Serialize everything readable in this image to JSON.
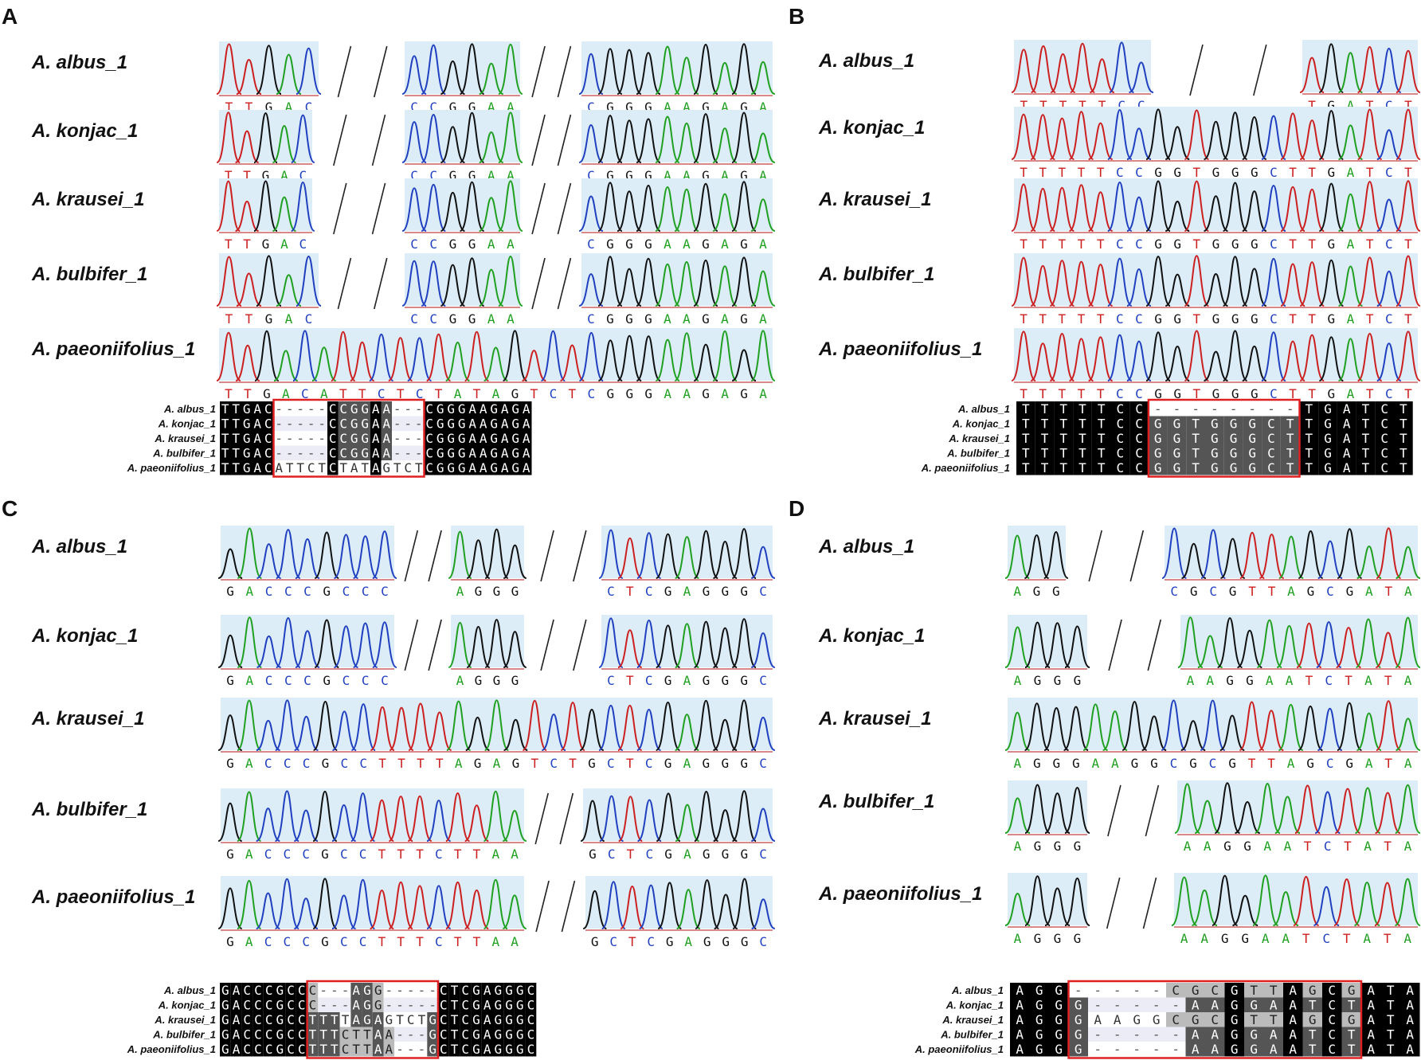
{
  "colors": {
    "A": "#20a020",
    "C": "#2040c0",
    "G": "#111111",
    "T": "#cc2020",
    "chrom_bg": "#dcedf8",
    "highlight": "#e02020"
  },
  "panels": [
    {
      "letter": "A",
      "labels": [
        "A. albus_1",
        "A. konjac_1",
        "A. krausei_1",
        "A. bulbifer_1",
        "A. paeoniifolius_1"
      ],
      "chrom_rows": [
        {
          "segments": [
            "TTGAC",
            "CCGGAA",
            "CGGGAAGAGA"
          ]
        },
        {
          "segments": [
            "TTGAC",
            "CCGGAA",
            "CGGGAAGAGA"
          ]
        },
        {
          "segments": [
            "TTGAC",
            "CCGGAA",
            "CGGGAAGAGA"
          ]
        },
        {
          "segments": [
            "TTGAC",
            "CCGGAA",
            "CGGGAAGAGA"
          ]
        },
        {
          "segments": [
            "TTGACATTCTCTATAGTCTCGGGAAGAGA"
          ]
        }
      ],
      "alignment": {
        "labels": [
          "A. albus_1",
          "A. konjac_1",
          "A. krausei_1",
          "A. bulbifer_1",
          "A. paeoniifolius_1"
        ],
        "sequences": [
          "TTGAC-----CCGGAA---CGGGAAGAGA",
          "TTGAC-----CCGGAA---CGGGAAGAGA",
          "TTGAC-----CCGGAA---CGGGAAGAGA",
          "TTGAC-----CCGGAA---CGGGAAGAGA",
          "TTGACATTCTCTATAGTCTCGGGAAGAGA"
        ],
        "box": [
          5,
          18
        ]
      }
    },
    {
      "letter": "B",
      "labels": [
        "A. albus_1",
        "A. konjac_1",
        "A. krausei_1",
        "A. bulbifer_1",
        "A. paeoniifolius_1"
      ],
      "chrom_rows": [
        {
          "segments": [
            "TTTTTCC",
            "TGATCT"
          ]
        },
        {
          "segments": [
            "TTTTTCCGGTGGGCTTGATCT"
          ]
        },
        {
          "segments": [
            "TTTTTCCGGTGGGCTTGATCT"
          ]
        },
        {
          "segments": [
            "TTTTTCCGGTGGGCTTGATCT"
          ]
        },
        {
          "segments": [
            "TTTTTCCGGTGGGCTTGATCT"
          ]
        }
      ],
      "alignment": {
        "labels": [
          "A. albus_1",
          "A. konjac_1",
          "A. krausei_1",
          "A. bulbifer_1",
          "A. paeoniifolius_1"
        ],
        "sequences": [
          "TTTTTCC--------TGATCT",
          "TTTTTCCGGTGGGCTTGATCT",
          "TTTTTCCGGTGGGCTTGATCT",
          "TTTTTCCGGTGGGCTTGATCT",
          "TTTTTCCGGTGGGCTTGATCT"
        ],
        "box": [
          7,
          14
        ]
      }
    },
    {
      "letter": "C",
      "labels": [
        "A. albus_1",
        "A. konjac_1",
        "A. krausei_1",
        "A. bulbifer_1",
        "A. paeoniifolius_1"
      ],
      "chrom_rows": [
        {
          "segments": [
            "GACCCGCCC",
            "AGGG",
            "CTCGAGGGC"
          ]
        },
        {
          "segments": [
            "GACCCGCCC",
            "AGGG",
            "CTCGAGGGC"
          ]
        },
        {
          "segments": [
            "GACCCGCCTTTTAGAGTCTGCTCGAGGGC"
          ]
        },
        {
          "segments": [
            "GACCCGCCTTTCTTAA",
            "GCTCGAGGGC"
          ]
        },
        {
          "segments": [
            "GACCCGCCTTTCTTAA",
            "GCTCGAGGGC"
          ]
        }
      ],
      "alignment": {
        "labels": [
          "A. albus_1",
          "A. konjac_1",
          "A. krausei_1",
          "A. bulbifer_1",
          "A. paeoniifolius_1"
        ],
        "sequences": [
          "GACCCGCCC---AGG-----CTCGAGGGC",
          "GACCCGCCC---AGG-----CTCGAGGGC",
          "GACCCGCCTTTTAGAGTCTGCTCGAGGGC",
          "GACCCGCCTTTCTTAA---GCTCGAGGGC",
          "GACCCGCCTTTCTTAA---GCTCGAGGGC"
        ],
        "box": [
          8,
          19
        ]
      }
    },
    {
      "letter": "D",
      "labels": [
        "A. albus_1",
        "A. konjac_1",
        "A. krausei_1",
        "A. bulbifer_1",
        "A. paeoniifolius_1"
      ],
      "chrom_rows": [
        {
          "segments": [
            "AGG",
            "CGCGTTAGCGATA"
          ]
        },
        {
          "segments": [
            "AGGG",
            "AAGGAATCTATA"
          ]
        },
        {
          "segments": [
            "AGGGAAGGCGCGTTAGCGATA"
          ]
        },
        {
          "segments": [
            "AGGG",
            "AAGGAATCTATA"
          ]
        },
        {
          "segments": [
            "AGGG",
            "AAGGAATCTATA"
          ]
        }
      ],
      "alignment": {
        "labels": [
          "A. albus_1",
          "A. konjac_1",
          "A. krausei_1",
          "A. bulbifer_1",
          "A. paeoniifolius_1"
        ],
        "sequences": [
          "AGG-----CGCGTTAGCGATA",
          "AGGG-----AAGGAATCTATA",
          "AGGGAAGGCGCGTTAGCGATA",
          "AGGG-----AAGGAATCTATA",
          "AGGG-----AAGGAATCTATA"
        ],
        "box": [
          3,
          17
        ]
      }
    }
  ]
}
